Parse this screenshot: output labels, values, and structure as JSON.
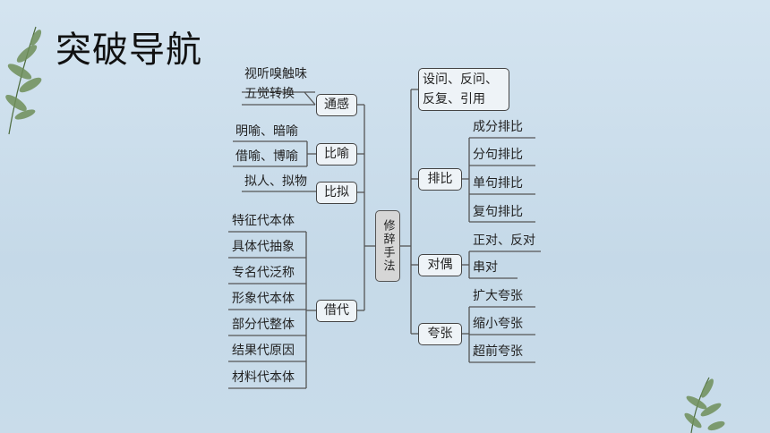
{
  "title": "突破导航",
  "center": "修辞手法",
  "left": {
    "tonggan": {
      "label": "通感",
      "items": [
        "视听嗅触味",
        "五觉转换"
      ]
    },
    "biyu": {
      "label": "比喻",
      "items": [
        "明喻、暗喻",
        "借喻、博喻"
      ]
    },
    "nili": {
      "label": "比拟",
      "items": [
        "拟人、拟物"
      ]
    },
    "jiedai": {
      "label": "借代",
      "items": [
        "特征代本体",
        "具体代抽象",
        "专名代泛称",
        "形象代本体",
        "部分代整体",
        "结果代原因",
        "材料代本体"
      ]
    }
  },
  "right": {
    "shewen": {
      "lines": [
        "设问、反问、",
        "反复、引用"
      ]
    },
    "paibi": {
      "label": "排比",
      "items": [
        "成分排比",
        "分句排比",
        "单句排比",
        "复句排比"
      ]
    },
    "duiou": {
      "label": "对偶",
      "items": [
        "正对、反对",
        "串对"
      ]
    },
    "kuazhang": {
      "label": "夸张",
      "items": [
        "扩大夸张",
        "缩小夸张",
        "超前夸张"
      ]
    }
  }
}
